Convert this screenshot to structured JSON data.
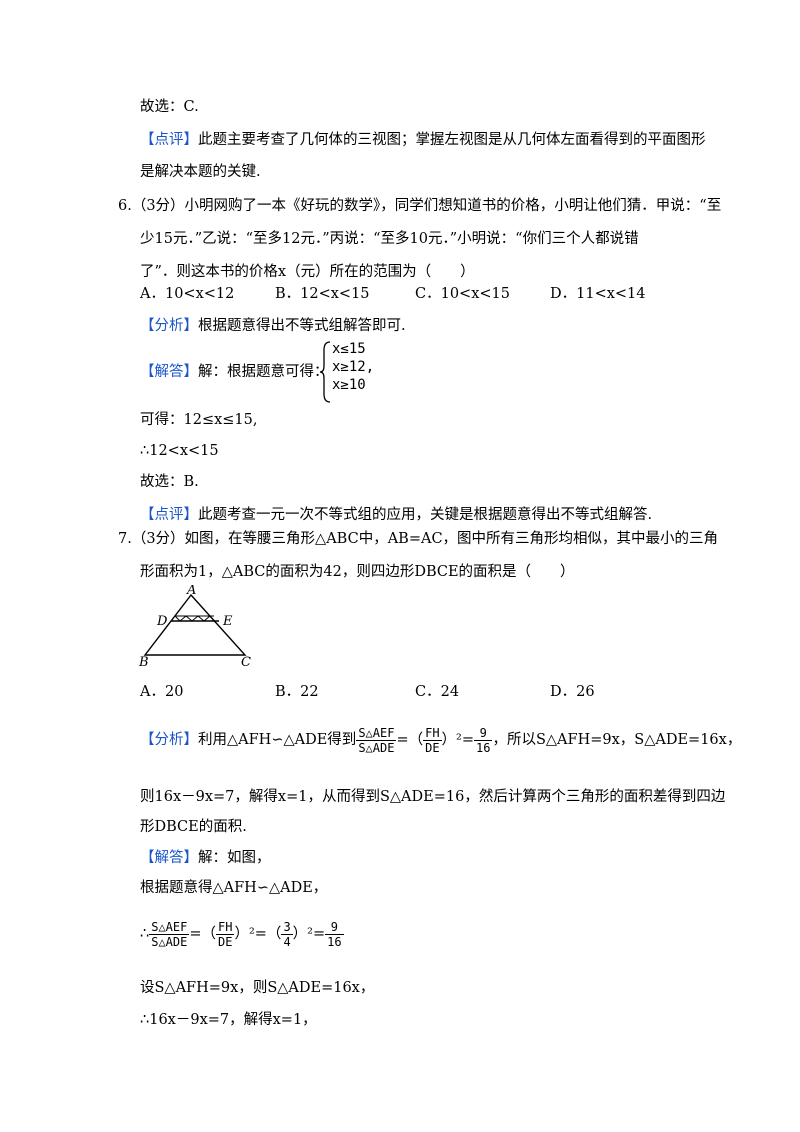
{
  "p5": {
    "conclusion": "故选：C.",
    "comment_tag": "【点评】",
    "comment_l1": "此题主要考查了几何体的三视图；掌握左视图是从几何体左面看得到的平面图形",
    "comment_l2": "是解决本题的关键."
  },
  "q6": {
    "l1": "6.（3分）小明网购了一本《好玩的数学》，同学们想知道书的价格，小明让他们猜．甲说：“至",
    "l2": "少15元．”乙说：“至多12元．”丙说：“至多10元．”小明说：“你们三个人都说错",
    "l3": "了”．则这本书的价格x（元）所在的范围为（　　）",
    "options": [
      "A．10<x<12",
      "B．12<x<15",
      "C．10<x<15",
      "D．11<x<14"
    ],
    "analysis_tag": "【分析】",
    "analysis": "根据题意得出不等式组解答即可.",
    "answer_tag": "【解答】",
    "answer_intro": "解：根据题意可得：",
    "system": [
      "x≤15",
      "x≥12,",
      "x≥10"
    ],
    "s1": "可得：12≤x≤15,",
    "s2": "∴12<x<15",
    "conclusion": "故选：B.",
    "comment_tag": "【点评】",
    "comment": "此题考查一元一次不等式组的应用，关键是根据题意得出不等式组解答."
  },
  "q7": {
    "l1": "7.（3分）如图，在等腰三角形△ABC中，AB=AC，图中所有三角形均相似，其中最小的三角",
    "l2": "形面积为1，△ABC的面积为42，则四边形DBCE的面积是（　　）",
    "figure_labels": [
      "A",
      "D",
      "E",
      "B",
      "C"
    ],
    "options": [
      "A．20",
      "B．22",
      "C．24",
      "D．26"
    ],
    "analysis_tag": "【分析】",
    "analysis_a": "利用△AFH∽△ADE得到",
    "frac_sa": "S△AEF",
    "frac_sb": "S△ADE",
    "eq1": "=（",
    "frac_fh": "FH",
    "frac_de": "DE",
    "eq2": "）²=",
    "frac_9": "9",
    "frac_16": "16",
    "analysis_b": "，所以S△AFH=9x，S△ADE=16x，",
    "analysis_l2": "则16x－9x=7，解得x=1，从而得到S△ADE=16，然后计算两个三角形的面积差得到四边",
    "analysis_l3": "形DBCE的面积.",
    "answer_tag": "【解答】",
    "answer_intro": "解：如图，",
    "a1": "根据题意得△AFH∽△ADE，",
    "therefore": "∴",
    "f_sa": "S△AEF",
    "f_sb": "S△ADE",
    "e1": "=（",
    "f_fh": "FH",
    "f_de": "DE",
    "e2": "）²=（",
    "f_3": "3",
    "f_4": "4",
    "e3": "）²=",
    "f_9": "9",
    "f_16": "16",
    "a3": "设S△AFH=9x，则S△ADE=16x，",
    "a4": "∴16x－9x=7，解得x=1，"
  }
}
